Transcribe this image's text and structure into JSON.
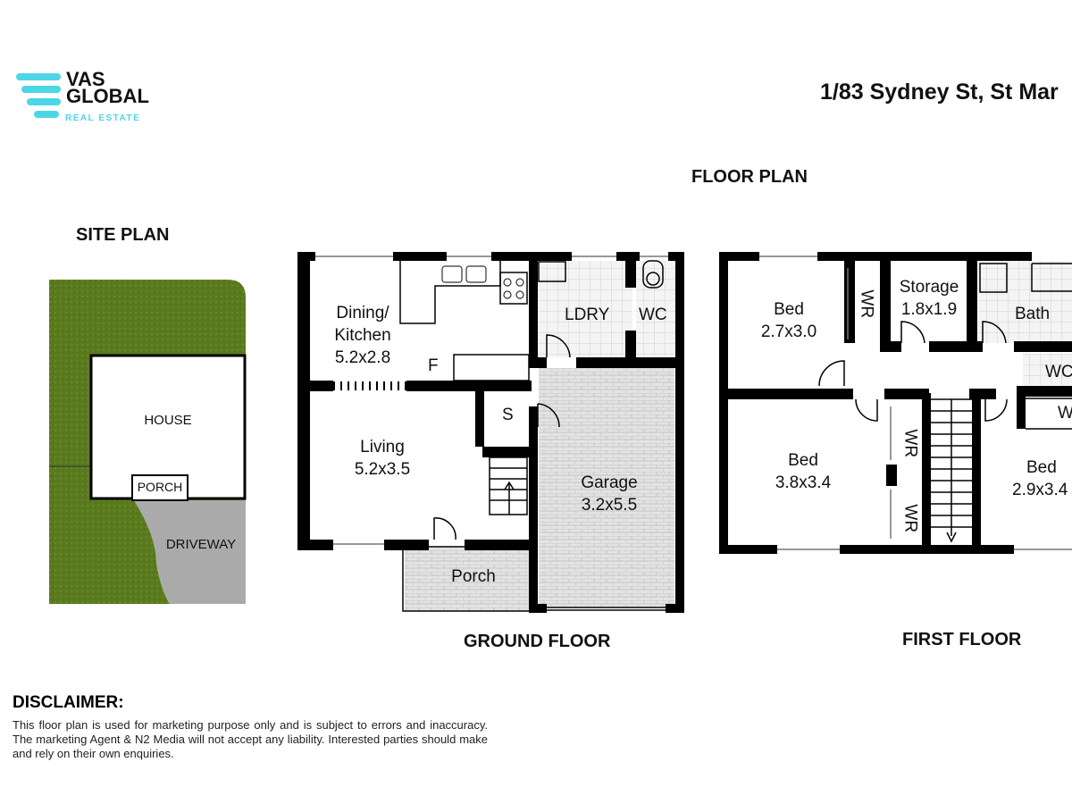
{
  "logo": {
    "line1": "VAS",
    "line2": "GLOBAL",
    "tagline": "REAL ESTATE",
    "accent_color": "#4dd6e6"
  },
  "address": "1/83 Sydney St, St Mar",
  "headings": {
    "floor_plan": "FLOOR PLAN",
    "site_plan": "SITE PLAN",
    "ground_floor": "GROUND FLOOR",
    "first_floor": "FIRST FLOOR"
  },
  "site_plan": {
    "house": "HOUSE",
    "porch": "PORCH",
    "driveway": "DRIVEWAY",
    "lawn_color": "#5a7a1e",
    "driveway_color": "#aaaaaa"
  },
  "ground_floor": {
    "dining_kitchen": [
      "Dining/",
      "Kitchen",
      "5.2x2.8"
    ],
    "fridge": "F",
    "laundry": "LDRY",
    "wc": "WC",
    "storage": "S",
    "living": [
      "Living",
      "5.2x3.5"
    ],
    "garage": [
      "Garage",
      "3.2x5.5"
    ],
    "porch": "Porch"
  },
  "first_floor": {
    "bed1": [
      "Bed",
      "2.7x3.0"
    ],
    "wardrobe1": "WR",
    "storage": [
      "Storage",
      "1.8x1.9"
    ],
    "bath": "Bath",
    "wc": "WC",
    "wardrobe_small": "W",
    "bed2": [
      "Bed",
      "3.8x3.4"
    ],
    "wardrobe2": "WR",
    "wardrobe3": "WR",
    "bed3": [
      "Bed",
      "2.9x3.4"
    ]
  },
  "disclaimer": {
    "title": "DISCLAIMER:",
    "body": "This floor plan is used for marketing purpose only and is subject to errors and inaccuracy. The marketing Agent & N2 Media will not accept any liability. Interested parties should make and rely on their own enquiries."
  }
}
